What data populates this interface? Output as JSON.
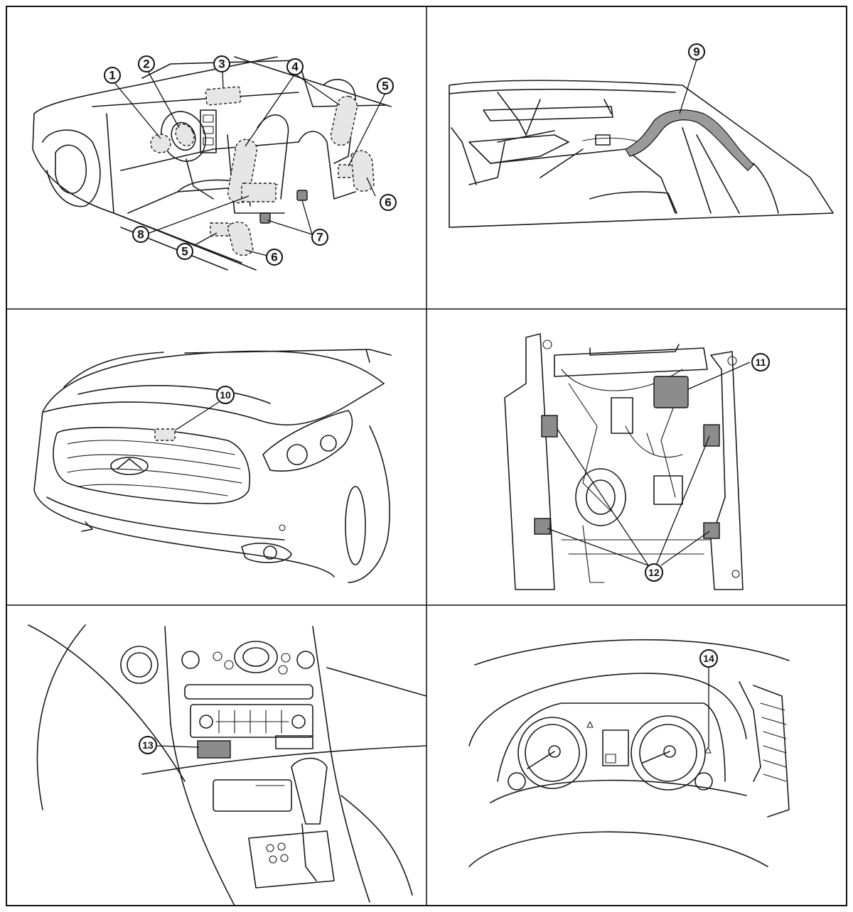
{
  "callouts": [
    {
      "id": "1",
      "label": "1"
    },
    {
      "id": "2",
      "label": "2"
    },
    {
      "id": "3",
      "label": "3"
    },
    {
      "id": "4",
      "label": "4"
    },
    {
      "id": "5a",
      "label": "5"
    },
    {
      "id": "5b",
      "label": "5"
    },
    {
      "id": "6a",
      "label": "6"
    },
    {
      "id": "6b",
      "label": "6"
    },
    {
      "id": "7",
      "label": "7"
    },
    {
      "id": "8",
      "label": "8"
    },
    {
      "id": "9",
      "label": "9"
    },
    {
      "id": "10",
      "label": "10"
    },
    {
      "id": "11",
      "label": "11"
    },
    {
      "id": "12",
      "label": "12"
    },
    {
      "id": "13",
      "label": "13"
    },
    {
      "id": "14",
      "label": "14"
    }
  ]
}
